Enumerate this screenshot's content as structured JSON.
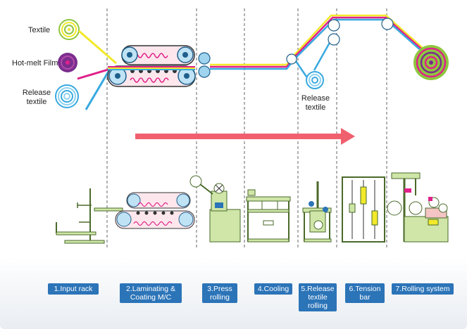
{
  "labels": {
    "textile": "Textile",
    "hot_melt_film": "Hot-melt Film",
    "release_textile_line1": "Release",
    "release_textile_line2": "textile",
    "mid_release_line1": "Release",
    "mid_release_line2": "textile"
  },
  "steps": [
    {
      "line1": "1.Input rack",
      "line2": "",
      "line3": ""
    },
    {
      "line1": "2.Laminating &",
      "line2": "Coating M/C",
      "line3": ""
    },
    {
      "line1": "3.Press",
      "line2": "rolling",
      "line3": ""
    },
    {
      "line1": "4.Cooling",
      "line2": "",
      "line3": ""
    },
    {
      "line1": "5.Release",
      "line2": "textile",
      "line3": "rolling"
    },
    {
      "line1": "6.Tension",
      "line2": "bar",
      "line3": ""
    },
    {
      "line1": "7.Rolling system",
      "line2": "",
      "line3": ""
    }
  ],
  "colors": {
    "textile_line": "#f2e92a",
    "film_line": "#e0218a",
    "release_line": "#39a9e0",
    "arrow": "#f0606e",
    "machine_fill": "#cfe6a8",
    "machine_stroke": "#4a6a2a",
    "step_bg": "#2c74b8"
  }
}
